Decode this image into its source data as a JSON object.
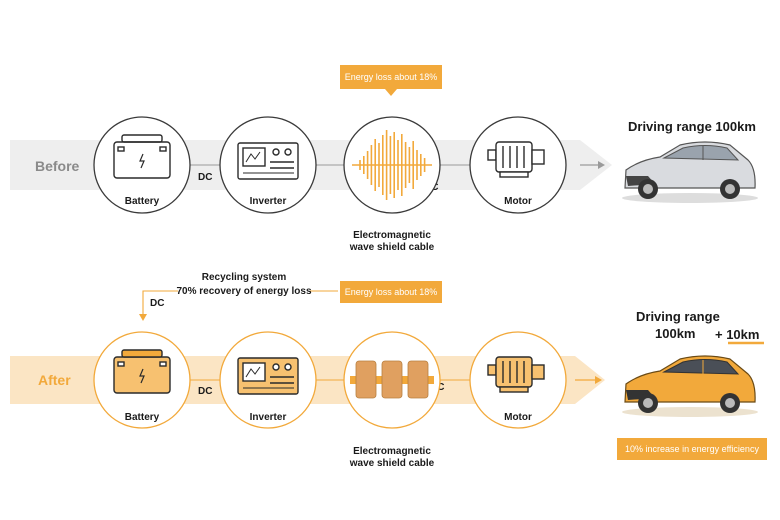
{
  "colors": {
    "accent": "#f2a93b",
    "accent_light": "#fbe5c4",
    "gray_band": "#eeeeee",
    "gray_text": "#8a8a8a",
    "dark": "#1a1a1a"
  },
  "before": {
    "row_label": "Before",
    "loss_tag": "Energy loss about 18%",
    "dc_label": "DC",
    "ac_label": "AC",
    "nodes": [
      "Battery",
      "Inverter",
      "Electromagnetic",
      "wave shield cable",
      "Motor"
    ],
    "range_title": "Driving range 100km"
  },
  "after": {
    "row_label": "After",
    "recycling_title": "Recycling system",
    "recycling_text": "70% recovery of energy loss",
    "dc_top_label": "DC",
    "loss_tag": "Energy loss about 18%",
    "dc_label": "DC",
    "ac_label": "AC",
    "nodes": [
      "Battery",
      "Inverter",
      "Electromagnetic",
      "wave shield cable",
      "Motor"
    ],
    "range_title": "Driving range",
    "range_base": "100km",
    "range_plus": "+ 10km",
    "efficiency_tag": "10% increase in energy efficiency"
  }
}
